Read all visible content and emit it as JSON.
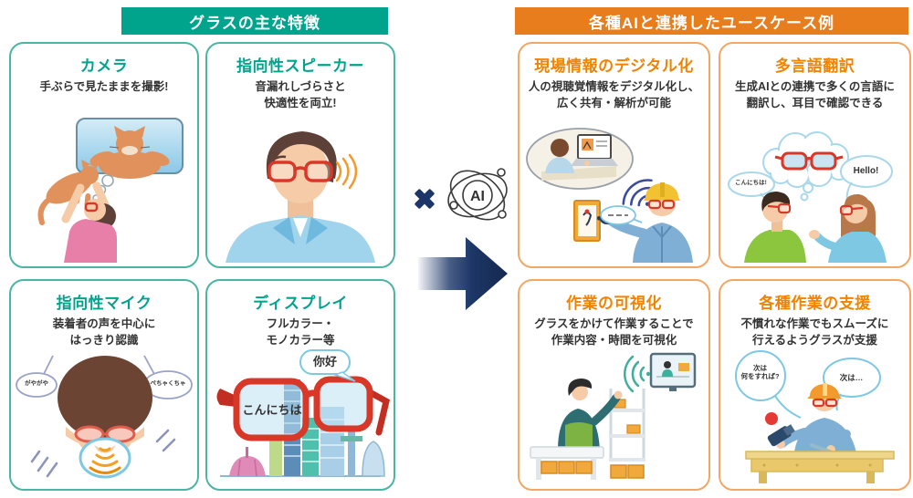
{
  "colors": {
    "teal_header_bg": "#00A38C",
    "teal_card_border": "#4BB5A3",
    "teal_title": "#00A38C",
    "orange_header_bg": "#E87D1E",
    "orange_card_border": "#F2A765",
    "orange_title": "#F08300",
    "navy_arrow": "#1C3667",
    "body_text": "#333333",
    "glasses_red": "#D93829"
  },
  "left_section": {
    "header": "グラスの主な特徴",
    "cards": [
      {
        "title": "カメラ",
        "desc": "手ぶらで見たままを撮影!",
        "illustration": "person-photographing-cat"
      },
      {
        "title": "指向性スピーカー",
        "desc": "音漏れしづらさと\n快適性を両立!",
        "illustration": "man-with-glasses-sound-waves"
      },
      {
        "title": "指向性マイク",
        "desc": "装着者の声を中心に\nはっきり認識",
        "illustration": "woman-voice-recognition",
        "bubble_left": "がやがや",
        "bubble_right": "ぺちゃくちゃ"
      },
      {
        "title": "ディスプレイ",
        "desc": "フルカラー・\nモノカラー等",
        "illustration": "glasses-display-cityscape",
        "bubble": "你好",
        "lens_text": "こんにちは"
      }
    ]
  },
  "right_section": {
    "header": "各種AIと連携したユースケース例",
    "cards": [
      {
        "title": "現場情報のデジタル化",
        "desc": "人の視聴覚情報をデジタル化し、\n広く共有・解析が可能",
        "illustration": "worker-sharing-site-info"
      },
      {
        "title": "多言語翻訳",
        "desc": "生成AIとの連携で多くの言語に\n翻訳し、耳目で確認できる",
        "illustration": "two-people-translation",
        "bubble_left": "こんにちは!",
        "bubble_right": "Hello!"
      },
      {
        "title": "作業の可視化",
        "desc": "グラスをかけて作業することで\n作業内容・時間を可視化",
        "illustration": "worker-monitored-on-screen"
      },
      {
        "title": "各種作業の支援",
        "desc": "不慣れな作業でもスムーズに\n行えるようグラスが支援",
        "illustration": "worker-guided-at-bench",
        "bubble_left": "次は\n何をすれば?",
        "bubble_right": "次は…"
      }
    ]
  },
  "connector": {
    "multiply_symbol": "×",
    "ai_label": "AI",
    "icons": {
      "multiply": "multiply-icon",
      "ai_atom": "ai-atom-icon",
      "arrow": "arrow-right-icon"
    }
  }
}
